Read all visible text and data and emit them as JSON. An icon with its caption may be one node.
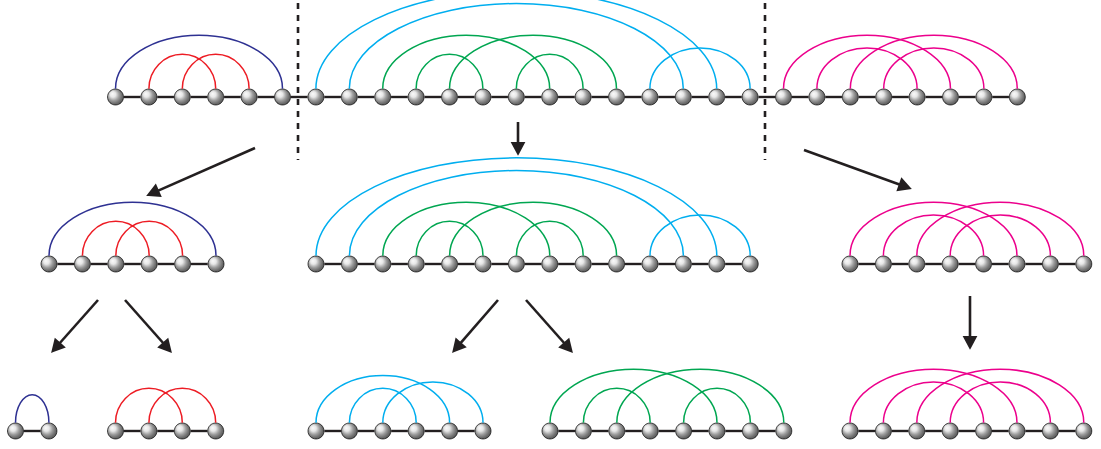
{
  "diagram": {
    "nodes": [
      {
        "text": [],
        "shape": "circle"
      },
      {
        "text": [],
        "shape": "circle"
      },
      {
        "text": [],
        "shape": "circle"
      },
      {
        "text": [],
        "shape": "circle"
      },
      {
        "text": [],
        "shape": "circle"
      },
      {
        "text": [],
        "shape": "circle"
      },
      {
        "text": [],
        "shape": "circle"
      },
      {
        "text": [],
        "shape": "circle"
      },
      {
        "text": [],
        "shape": "circle"
      },
      {
        "text": [],
        "shape": "circle"
      },
      {
        "text": [],
        "shape": "circle"
      },
      {
        "text": [],
        "shape": "circle"
      },
      {
        "text": [],
        "shape": "circle"
      },
      {
        "text": [],
        "shape": "circle"
      },
      {
        "text": [],
        "shape": "circle"
      },
      {
        "text": [],
        "shape": "circle"
      },
      {
        "text": [],
        "shape": "circle"
      },
      {
        "text": [],
        "shape": "circle"
      },
      {
        "text": [],
        "shape": "circle"
      },
      {
        "text": [],
        "shape": "circle"
      },
      {
        "text": [],
        "shape": "circle"
      },
      {
        "text": [],
        "shape": "circle"
      },
      {
        "text": [],
        "shape": "circle"
      },
      {
        "text": [],
        "shape": "circle"
      },
      {
        "text": [],
        "shape": "circle"
      },
      {
        "text": [],
        "shape": "circle"
      },
      {
        "text": [],
        "shape": "circle"
      },
      {
        "text": [],
        "shape": "circle"
      },
      {
        "text": [],
        "shape": "circle"
      },
      {
        "text": [],
        "shape": "circle"
      },
      {
        "text": [],
        "shape": "circle"
      },
      {
        "text": [],
        "shape": "circle"
      },
      {
        "text": [],
        "shape": "circle"
      },
      {
        "text": [],
        "shape": "circle"
      },
      {
        "text": [],
        "shape": "circle"
      },
      {
        "text": [],
        "shape": "circle"
      },
      {
        "text": [],
        "shape": "circle"
      },
      {
        "text": [],
        "shape": "circle"
      },
      {
        "text": [],
        "shape": "circle"
      },
      {
        "text": [],
        "shape": "circle"
      },
      {
        "text": [],
        "shape": "circle"
      },
      {
        "text": [],
        "shape": "circle"
      },
      {
        "text": [],
        "shape": "circle"
      },
      {
        "text": [],
        "shape": "circle"
      },
      {
        "text": [],
        "shape": "circle"
      },
      {
        "text": [],
        "shape": "circle"
      },
      {
        "text": [],
        "shape": "circle"
      },
      {
        "text": [],
        "shape": "circle"
      },
      {
        "text": [],
        "shape": "circle"
      },
      {
        "text": [],
        "shape": "circle"
      },
      {
        "text": [],
        "shape": "circle"
      },
      {
        "text": [],
        "shape": "circle"
      },
      {
        "text": [],
        "shape": "circle"
      },
      {
        "text": [],
        "shape": "circle"
      },
      {
        "text": [],
        "shape": "circle"
      },
      {
        "text": [],
        "shape": "circle"
      },
      {
        "text": [],
        "shape": "circle"
      },
      {
        "text": [],
        "shape": "circle"
      },
      {
        "text": [],
        "shape": "circle"
      },
      {
        "text": [],
        "shape": "circle"
      },
      {
        "text": [],
        "shape": "circle"
      },
      {
        "text": [],
        "shape": "circle"
      },
      {
        "text": [],
        "shape": "circle"
      },
      {
        "text": [],
        "shape": "circle"
      },
      {
        "text": [],
        "shape": "circle"
      },
      {
        "text": [],
        "shape": "circle"
      },
      {
        "text": [],
        "shape": "circle"
      },
      {
        "text": [],
        "shape": "circle"
      },
      {
        "text": [],
        "shape": "circle"
      },
      {
        "text": [],
        "shape": "circle"
      },
      {
        "text": [],
        "shape": "circle"
      },
      {
        "text": [],
        "shape": "circle"
      },
      {
        "text": [],
        "shape": "circle"
      },
      {
        "text": [],
        "shape": "circle"
      },
      {
        "text": [],
        "shape": "circle"
      },
      {
        "text": [],
        "shape": "circle"
      },
      {
        "text": [],
        "shape": "circle"
      },
      {
        "text": [],
        "shape": "circle"
      },
      {
        "text": [],
        "shape": "circle"
      },
      {
        "text": [],
        "shape": "circle"
      },
      {
        "text": [],
        "shape": "circle"
      },
      {
        "text": [],
        "shape": "circle"
      },
      {
        "text": [],
        "shape": "circle"
      },
      {
        "text": [],
        "shape": "circle"
      }
    ],
    "edges": [
      {
        "from": 0,
        "to": 1,
        "arrow": "none"
      },
      {
        "from": 1,
        "to": 2,
        "arrow": "none"
      },
      {
        "from": 2,
        "to": 3,
        "arrow": "none"
      },
      {
        "from": 3,
        "to": 4,
        "arrow": "none"
      },
      {
        "from": 4,
        "to": 5,
        "arrow": "none"
      },
      {
        "from": 5,
        "to": 6,
        "arrow": "none"
      },
      {
        "from": 6,
        "to": 7,
        "arrow": "none"
      },
      {
        "from": 7,
        "to": 8,
        "arrow": "none"
      },
      {
        "from": 8,
        "to": 9,
        "arrow": "none"
      },
      {
        "from": 9,
        "to": 10,
        "arrow": "none"
      },
      {
        "from": 10,
        "to": 11,
        "arrow": "none"
      },
      {
        "from": 11,
        "to": 12,
        "arrow": "none"
      },
      {
        "from": 12,
        "to": 13,
        "arrow": "none"
      },
      {
        "from": 13,
        "to": 14,
        "arrow": "none"
      },
      {
        "from": 14,
        "to": 15,
        "arrow": "none"
      },
      {
        "from": 15,
        "to": 16,
        "arrow": "none"
      },
      {
        "from": 16,
        "to": 17,
        "arrow": "none"
      },
      {
        "from": 17,
        "to": 18,
        "arrow": "none"
      },
      {
        "from": 18,
        "to": 19,
        "arrow": "none"
      },
      {
        "from": 19,
        "to": 20,
        "arrow": "none"
      },
      {
        "from": 20,
        "to": 21,
        "arrow": "none"
      },
      {
        "from": 21,
        "to": 22,
        "arrow": "none"
      },
      {
        "from": 22,
        "to": 23,
        "arrow": "none"
      },
      {
        "from": 23,
        "to": 24,
        "arrow": "none"
      },
      {
        "from": 24,
        "to": 25,
        "arrow": "none"
      },
      {
        "from": 25,
        "to": 26,
        "arrow": "none"
      },
      {
        "from": 26,
        "to": 27,
        "arrow": "none"
      },
      {
        "from": 28,
        "to": 29,
        "arrow": "none"
      },
      {
        "from": 29,
        "to": 30,
        "arrow": "none"
      },
      {
        "from": 30,
        "to": 31,
        "arrow": "none"
      },
      {
        "from": 31,
        "to": 32,
        "arrow": "none"
      },
      {
        "from": 32,
        "to": 33,
        "arrow": "none"
      },
      {
        "from": 34,
        "to": 35,
        "arrow": "none"
      },
      {
        "from": 35,
        "to": 36,
        "arrow": "none"
      },
      {
        "from": 36,
        "to": 37,
        "arrow": "none"
      },
      {
        "from": 37,
        "to": 38,
        "arrow": "none"
      },
      {
        "from": 38,
        "to": 39,
        "arrow": "none"
      },
      {
        "from": 39,
        "to": 40,
        "arrow": "none"
      },
      {
        "from": 40,
        "to": 41,
        "arrow": "none"
      },
      {
        "from": 41,
        "to": 42,
        "arrow": "none"
      },
      {
        "from": 42,
        "to": 43,
        "arrow": "none"
      },
      {
        "from": 43,
        "to": 44,
        "arrow": "none"
      },
      {
        "from": 44,
        "to": 45,
        "arrow": "none"
      },
      {
        "from": 45,
        "to": 46,
        "arrow": "none"
      },
      {
        "from": 46,
        "to": 47,
        "arrow": "none"
      },
      {
        "from": 48,
        "to": 49,
        "arrow": "none"
      },
      {
        "from": 49,
        "to": 50,
        "arrow": "none"
      },
      {
        "from": 50,
        "to": 51,
        "arrow": "none"
      },
      {
        "from": 51,
        "to": 52,
        "arrow": "none"
      },
      {
        "from": 52,
        "to": 53,
        "arrow": "none"
      },
      {
        "from": 53,
        "to": 54,
        "arrow": "none"
      },
      {
        "from": 54,
        "to": 55,
        "arrow": "none"
      },
      {
        "from": 56,
        "to": 57,
        "arrow": "none"
      },
      {
        "from": 58,
        "to": 59,
        "arrow": "none"
      },
      {
        "from": 59,
        "to": 60,
        "arrow": "none"
      },
      {
        "from": 60,
        "to": 61,
        "arrow": "none"
      },
      {
        "from": 62,
        "to": 63,
        "arrow": "none"
      },
      {
        "from": 63,
        "to": 64,
        "arrow": "none"
      },
      {
        "from": 64,
        "to": 65,
        "arrow": "none"
      },
      {
        "from": 65,
        "to": 66,
        "arrow": "none"
      },
      {
        "from": 66,
        "to": 67,
        "arrow": "none"
      },
      {
        "from": 68,
        "to": 69,
        "arrow": "none"
      },
      {
        "from": 69,
        "to": 70,
        "arrow": "none"
      },
      {
        "from": 70,
        "to": 71,
        "arrow": "none"
      },
      {
        "from": 71,
        "to": 72,
        "arrow": "none"
      },
      {
        "from": 72,
        "to": 73,
        "arrow": "none"
      },
      {
        "from": 73,
        "to": 74,
        "arrow": "none"
      },
      {
        "from": 74,
        "to": 75,
        "arrow": "none"
      },
      {
        "from": 76,
        "to": 77,
        "arrow": "none"
      },
      {
        "from": 77,
        "to": 78,
        "arrow": "none"
      },
      {
        "from": 78,
        "to": 79,
        "arrow": "none"
      },
      {
        "from": 79,
        "to": 80,
        "arrow": "none"
      },
      {
        "from": 80,
        "to": 81,
        "arrow": "none"
      },
      {
        "from": 81,
        "to": 82,
        "arrow": "none"
      },
      {
        "from": 82,
        "to": 83,
        "arrow": "none"
      },
      {
        "from": 0,
        "to": 5,
        "arrow": "none",
        "color": "#2e3192"
      },
      {
        "from": 1,
        "to": 3,
        "arrow": "none",
        "color": "#ed1c24"
      },
      {
        "from": 2,
        "to": 4,
        "arrow": "none",
        "color": "#ed1c24"
      },
      {
        "from": 6,
        "to": 18,
        "arrow": "none",
        "color": "#00aeef"
      },
      {
        "from": 7,
        "to": 17,
        "arrow": "none",
        "color": "#00aeef"
      },
      {
        "from": 8,
        "to": 13,
        "arrow": "none",
        "color": "#00a651"
      },
      {
        "from": 9,
        "to": 11,
        "arrow": "none",
        "color": "#00a651"
      },
      {
        "from": 10,
        "to": 15,
        "arrow": "none",
        "color": "#00a651"
      },
      {
        "from": 12,
        "to": 14,
        "arrow": "none",
        "color": "#00a651"
      },
      {
        "from": 16,
        "to": 19,
        "arrow": "none",
        "color": "#00aeef"
      },
      {
        "from": 20,
        "to": 25,
        "arrow": "none",
        "color": "#ec008c"
      },
      {
        "from": 21,
        "to": 24,
        "arrow": "none",
        "color": "#ec008c"
      },
      {
        "from": 22,
        "to": 27,
        "arrow": "none",
        "color": "#ec008c"
      },
      {
        "from": 23,
        "to": 26,
        "arrow": "none",
        "color": "#ec008c"
      },
      {
        "from": 28,
        "to": 33,
        "arrow": "none",
        "color": "#2e3192"
      },
      {
        "from": 29,
        "to": 31,
        "arrow": "none",
        "color": "#ed1c24"
      },
      {
        "from": 30,
        "to": 32,
        "arrow": "none",
        "color": "#ed1c24"
      },
      {
        "from": 34,
        "to": 46,
        "arrow": "none",
        "color": "#00aeef"
      },
      {
        "from": 35,
        "to": 45,
        "arrow": "none",
        "color": "#00aeef"
      },
      {
        "from": 36,
        "to": 41,
        "arrow": "none",
        "color": "#00a651"
      },
      {
        "from": 37,
        "to": 39,
        "arrow": "none",
        "color": "#00a651"
      },
      {
        "from": 38,
        "to": 43,
        "arrow": "none",
        "color": "#00a651"
      },
      {
        "from": 40,
        "to": 42,
        "arrow": "none",
        "color": "#00a651"
      },
      {
        "from": 44,
        "to": 47,
        "arrow": "none",
        "color": "#00aeef"
      },
      {
        "from": 48,
        "to": 53,
        "arrow": "none",
        "color": "#ec008c"
      },
      {
        "from": 49,
        "to": 52,
        "arrow": "none",
        "color": "#ec008c"
      },
      {
        "from": 50,
        "to": 55,
        "arrow": "none",
        "color": "#ec008c"
      },
      {
        "from": 51,
        "to": 54,
        "arrow": "none",
        "color": "#ec008c"
      },
      {
        "from": 56,
        "to": 57,
        "arrow": "none",
        "color": "#2e3192"
      },
      {
        "from": 58,
        "to": 60,
        "arrow": "none",
        "color": "#ed1c24"
      },
      {
        "from": 59,
        "to": 61,
        "arrow": "none",
        "color": "#ed1c24"
      },
      {
        "from": 62,
        "to": 66,
        "arrow": "none",
        "color": "#00aeef"
      },
      {
        "from": 63,
        "to": 65,
        "arrow": "none",
        "color": "#00aeef"
      },
      {
        "from": 64,
        "to": 67,
        "arrow": "none",
        "color": "#00aeef"
      },
      {
        "from": 68,
        "to": 73,
        "arrow": "none",
        "color": "#00a651"
      },
      {
        "from": 69,
        "to": 71,
        "arrow": "none",
        "color": "#00a651"
      },
      {
        "from": 70,
        "to": 75,
        "arrow": "none",
        "color": "#00a651"
      },
      {
        "from": 72,
        "to": 74,
        "arrow": "none",
        "color": "#00a651"
      },
      {
        "from": 76,
        "to": 81,
        "arrow": "none",
        "color": "#ec008c"
      },
      {
        "from": 77,
        "to": 80,
        "arrow": "none",
        "color": "#ec008c"
      },
      {
        "from": 78,
        "to": 83,
        "arrow": "none",
        "color": "#ec008c"
      },
      {
        "from": 79,
        "to": 82,
        "arrow": "none",
        "color": "#ec008c"
      }
    ]
  }
}
